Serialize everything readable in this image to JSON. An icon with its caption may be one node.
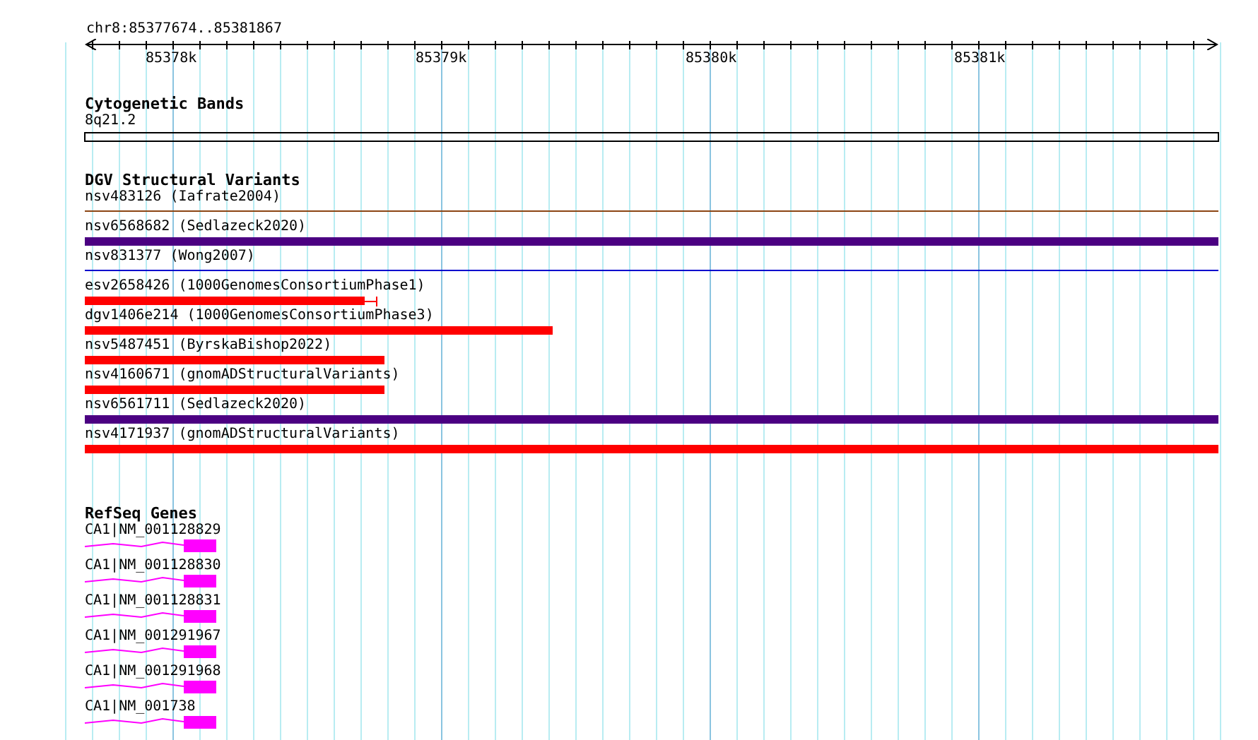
{
  "diagram": {
    "nodes": [
      {
        "text": [
          "8q21.2"
        ]
      },
      {
        "text": [
          "nsv483126 (Iafrate2004)"
        ]
      },
      {
        "text": [
          "nsv6568682 (Sedlazeck2020)"
        ]
      },
      {
        "text": [
          "nsv831377 (Wong2007)"
        ]
      },
      {
        "text": [
          "esv2658426 (1000GenomesConsortiumPhase1)"
        ]
      },
      {
        "text": [
          "dgv1406e214 (1000GenomesConsortiumPhase3)"
        ]
      },
      {
        "text": [
          "nsv5487451 (ByrskaBishop2022)"
        ]
      },
      {
        "text": [
          "nsv4160671 (gnomADStructuralVariants)"
        ]
      },
      {
        "text": [
          "nsv6561711 (Sedlazeck2020)"
        ]
      },
      {
        "text": [
          "nsv4171937 (gnomADStructuralVariants)"
        ]
      },
      {
        "text": [
          "CA1|NM_001128829"
        ]
      },
      {
        "text": [
          "CA1|NM_001128830"
        ]
      },
      {
        "text": [
          "CA1|NM_001128831"
        ]
      },
      {
        "text": [
          "CA1|NM_001291967"
        ]
      },
      {
        "text": [
          "CA1|NM_001291968"
        ]
      },
      {
        "text": [
          "CA1|NM_001738"
        ]
      }
    ],
    "labels": [
      "chr8:85377674..85381867",
      "85378k",
      "85379k",
      "85380k",
      "85381k",
      "Cytogenetic Bands",
      "DGV Structural Variants",
      "RefSeq Genes"
    ]
  }
}
